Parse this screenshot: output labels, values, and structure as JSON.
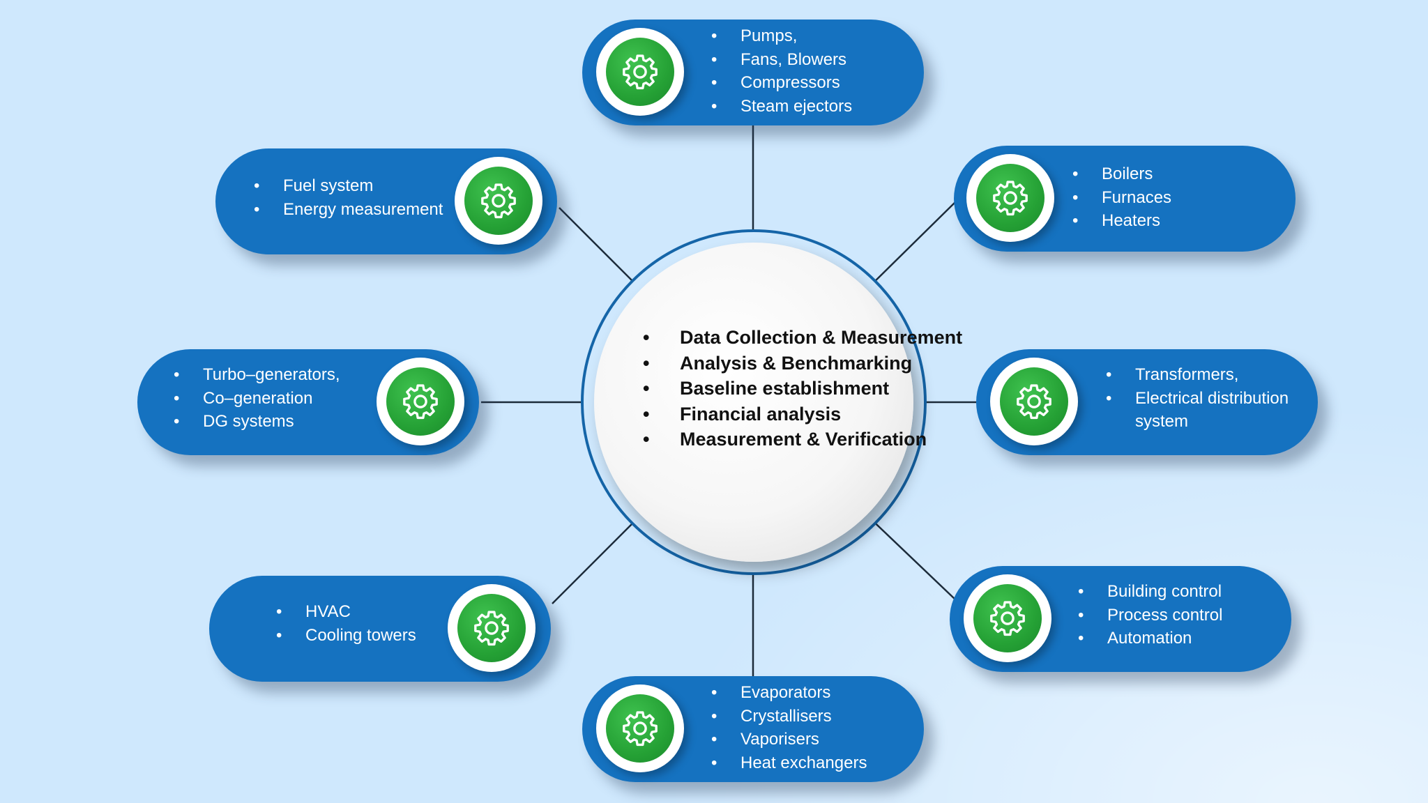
{
  "colors": {
    "background": "#cfe8fd",
    "pill": "#1572c0",
    "gear_green": "#25a135",
    "hub_ring": "#1565a8",
    "connector": "#1c2b3a"
  },
  "icons": {
    "node": "gear-icon"
  },
  "hub": {
    "items": [
      "Data Collection & Measurement",
      "Analysis & Benchmarking",
      "Baseline establishment",
      "Financial analysis",
      "Measurement & Verification"
    ]
  },
  "nodes": {
    "top": [
      "Pumps,",
      "Fans, Blowers",
      "Compressors",
      "Steam ejectors"
    ],
    "upper_left": [
      "Fuel system",
      "Energy measurement"
    ],
    "upper_right": [
      "Boilers",
      "Furnaces",
      "Heaters"
    ],
    "middle_left": [
      "Turbo–generators,",
      "Co–generation",
      "DG systems"
    ],
    "middle_right": [
      "Transformers,",
      "Electrical distribution system"
    ],
    "lower_left": [
      "HVAC",
      "Cooling towers"
    ],
    "lower_right": [
      "Building control",
      "Process control",
      "Automation"
    ],
    "bottom": [
      "Evaporators",
      "Crystallisers",
      "Vaporisers",
      "Heat exchangers"
    ]
  }
}
